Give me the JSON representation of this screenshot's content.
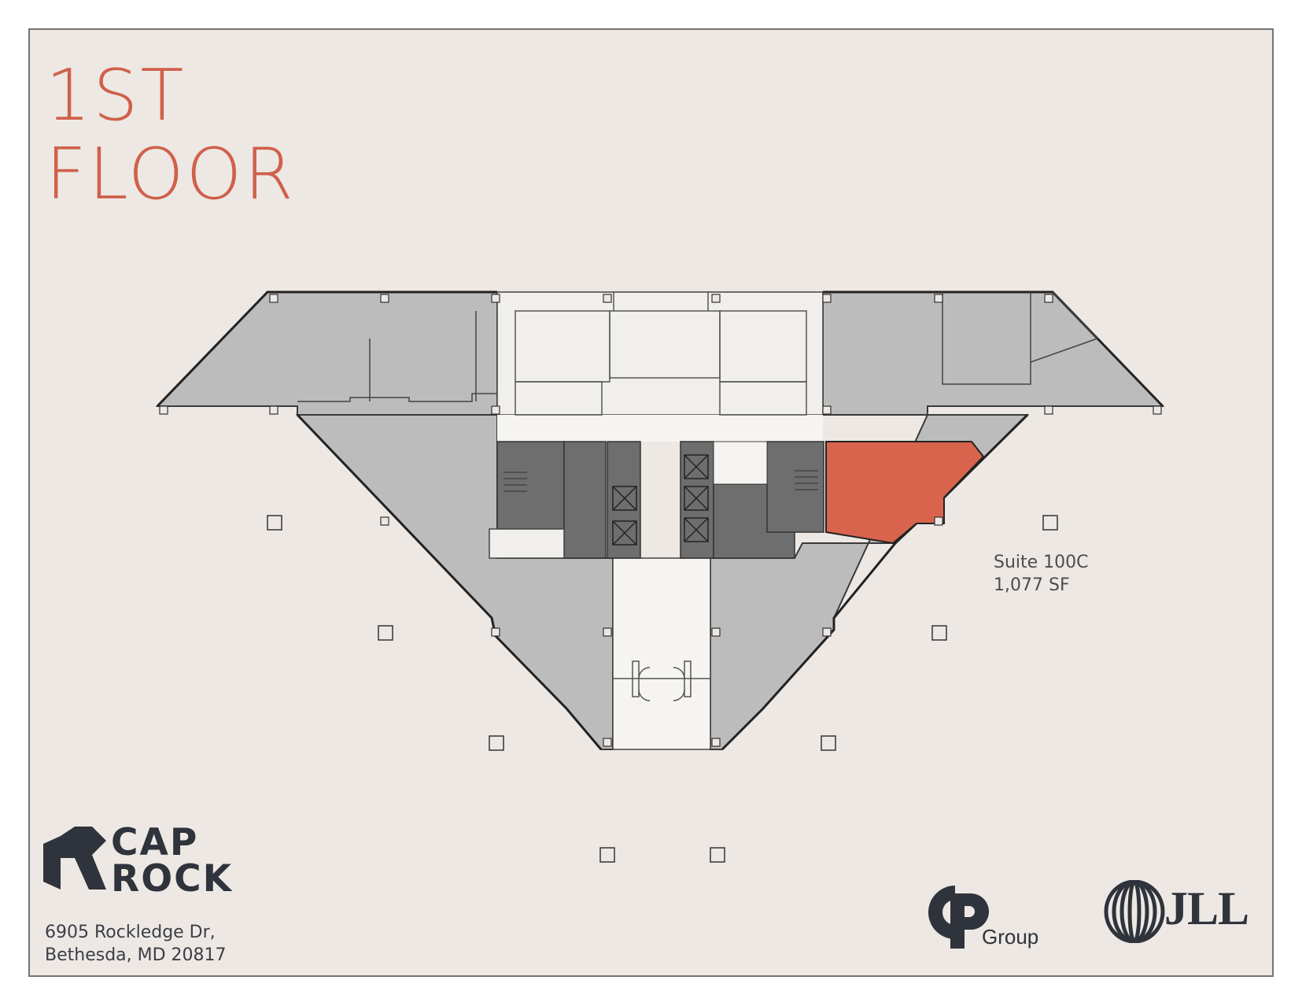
{
  "title": {
    "line1": "1ST",
    "line2": "FLOOR"
  },
  "suite": {
    "name": "Suite 100C",
    "area": "1,077 SF",
    "highlight_color": "#d9644d"
  },
  "address": {
    "line1": "6905 Rockledge Dr,",
    "line2": "Bethesda, MD 20817"
  },
  "logos": {
    "caprock": {
      "line1": "CAP",
      "line2": "ROCK",
      "icon": "caprock-mark-icon"
    },
    "cp": {
      "text": "Group",
      "icon": "cp-mark-icon"
    },
    "jll": {
      "text": "JLL",
      "icon": "jll-rings-icon"
    }
  },
  "colors": {
    "background": "#ede8e4",
    "tenant_space": "#bcbcbc",
    "core": "#6e6e6e",
    "accent_title": "#d0604a",
    "logo_text": "#2f333b"
  }
}
